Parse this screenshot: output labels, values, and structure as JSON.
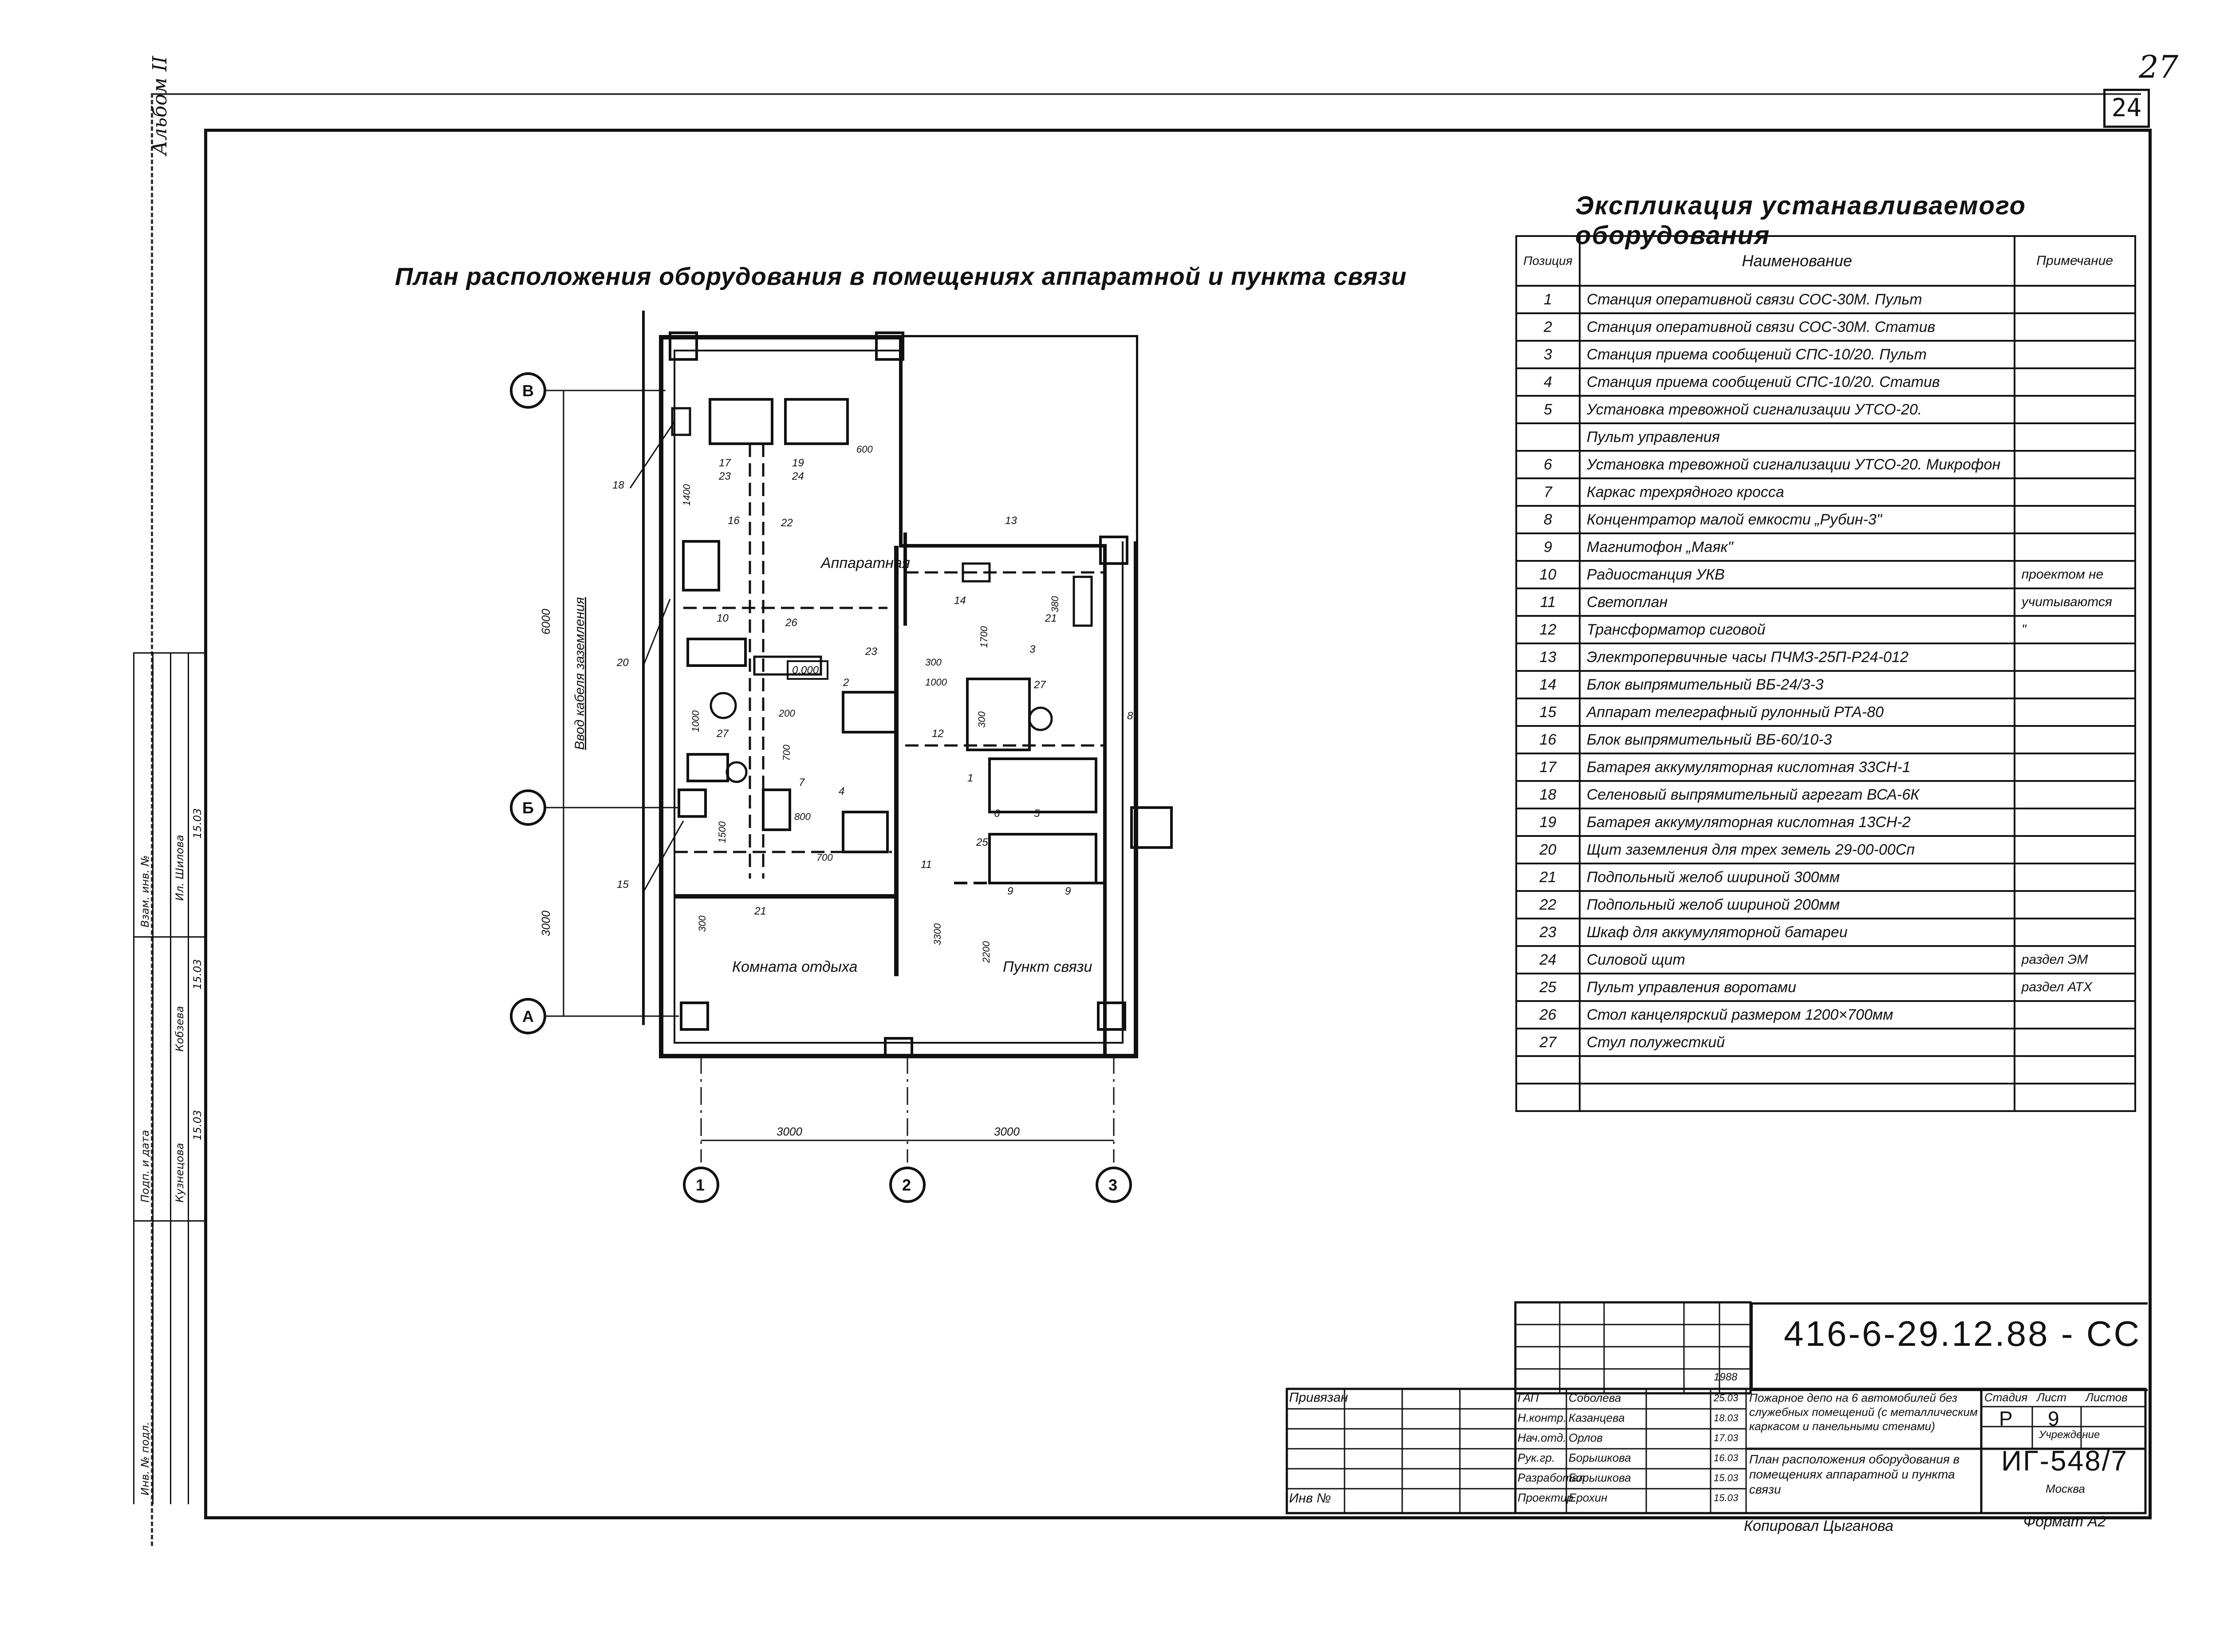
{
  "sheet": {
    "number_top": "27",
    "number_box": "24",
    "album": "Альбом II"
  },
  "plan": {
    "title": "План расположения оборудования в помещениях аппаратной и пункта связи",
    "room_apparatus": "Аппаратная",
    "room_rest": "Комната отдыха",
    "room_comm": "Пункт связи",
    "ground_cable": "Ввод кабеля заземления",
    "level": "0.000",
    "axes_letters": [
      "В",
      "Б",
      "А"
    ],
    "axes_numbers": [
      "1",
      "2",
      "3"
    ],
    "dims": {
      "d6000": "6000",
      "d3000_v": "3000",
      "d3000_a": "3000",
      "d3000_b": "3000",
      "d600": "600",
      "d1400": "1400",
      "d380": "380",
      "d1700": "1700",
      "d300a": "300",
      "d1000": "1000",
      "d300b": "300",
      "d200": "200",
      "d700a": "700",
      "d800": "800",
      "d700b": "700",
      "d1000b": "1000",
      "d1500": "1500",
      "d300c": "300",
      "d3300": "3300",
      "d2200": "2200"
    },
    "labels": {
      "n17": "17",
      "n23": "23",
      "n19": "19",
      "n24": "24",
      "n18": "18",
      "n16": "16",
      "n22": "22",
      "n10": "10",
      "n26": "26",
      "n20": "20",
      "n27": "27",
      "n2": "2",
      "n7": "7",
      "n4": "4",
      "n15": "15",
      "n21": "21",
      "n13": "13",
      "n14": "14",
      "n23b": "23",
      "n21b": "21",
      "n3": "3",
      "n27b": "27",
      "n8": "8",
      "n12": "12",
      "n1": "1",
      "n6": "6",
      "n5": "5",
      "n25": "25",
      "n9": "9",
      "n9b": "9",
      "n11": "11",
      "n21c": "21"
    }
  },
  "explication": {
    "title": "Экспликация устанавливаемого оборудования",
    "headers": {
      "pos": "Позиция",
      "name": "Наименование",
      "note": "Примечание"
    },
    "rows": [
      {
        "pos": "1",
        "name": "Станция оперативной связи СОС-30М. Пульт",
        "note": ""
      },
      {
        "pos": "2",
        "name": "Станция оперативной связи СОС-30М. Статив",
        "note": ""
      },
      {
        "pos": "3",
        "name": "Станция приема сообщений СПС-10/20. Пульт",
        "note": ""
      },
      {
        "pos": "4",
        "name": "Станция приема сообщений СПС-10/20. Статив",
        "note": ""
      },
      {
        "pos": "5",
        "name": "Установка тревожной сигнализации УТСО-20.",
        "note": ""
      },
      {
        "pos": "",
        "name": "Пульт управления",
        "note": ""
      },
      {
        "pos": "6",
        "name": "Установка тревожной сигнализации УТСО-20. Микрофон",
        "note": ""
      },
      {
        "pos": "7",
        "name": "Каркас трехрядного кросса",
        "note": ""
      },
      {
        "pos": "8",
        "name": "Концентратор малой емкости „Рубин-3\"",
        "note": ""
      },
      {
        "pos": "9",
        "name": "Магнитофон „Маяк\"",
        "note": ""
      },
      {
        "pos": "10",
        "name": "Радиостанция УКВ",
        "note": "проектом не"
      },
      {
        "pos": "11",
        "name": "Светоплан",
        "note": "учитываются"
      },
      {
        "pos": "12",
        "name": "Трансформатор сиговой",
        "note": "\""
      },
      {
        "pos": "13",
        "name": "Электропервичные часы ПЧМЗ-25П-Р24-012",
        "note": ""
      },
      {
        "pos": "14",
        "name": "Блок выпрямительный ВБ-24/3-3",
        "note": ""
      },
      {
        "pos": "15",
        "name": "Аппарат телеграфный рулонный РТА-80",
        "note": ""
      },
      {
        "pos": "16",
        "name": "Блок выпрямительный ВБ-60/10-3",
        "note": ""
      },
      {
        "pos": "17",
        "name": "Батарея аккумуляторная кислотная 33СН-1",
        "note": ""
      },
      {
        "pos": "18",
        "name": "Селеновый выпрямительный агрегат ВСА-6К",
        "note": ""
      },
      {
        "pos": "19",
        "name": "Батарея аккумуляторная кислотная 13СН-2",
        "note": ""
      },
      {
        "pos": "20",
        "name": "Щит заземления для трех земель 29-00-00Сп",
        "note": ""
      },
      {
        "pos": "21",
        "name": "Подпольный желоб шириной 300мм",
        "note": ""
      },
      {
        "pos": "22",
        "name": "Подпольный желоб шириной 200мм",
        "note": ""
      },
      {
        "pos": "23",
        "name": "Шкаф для аккумуляторной батареи",
        "note": ""
      },
      {
        "pos": "24",
        "name": "Силовой щит",
        "note": "раздел ЭМ"
      },
      {
        "pos": "25",
        "name": "Пульт управления воротами",
        "note": "раздел АТХ"
      },
      {
        "pos": "26",
        "name": "Стол канцелярский размером 1200×700мм",
        "note": ""
      },
      {
        "pos": "27",
        "name": "Стул полужесткий",
        "note": ""
      },
      {
        "pos": "",
        "name": "",
        "note": ""
      },
      {
        "pos": "",
        "name": "",
        "note": ""
      }
    ]
  },
  "stamp": {
    "code": "416-6-29.12.88 - СС",
    "privyazan": "Привязан",
    "inv": "Инв №",
    "roles": [
      "ГАП",
      "Н.контр.",
      "Нач.отд.",
      "Рук.гр.",
      "Разработал",
      "Проектир."
    ],
    "names": [
      "Соболева",
      "Казанцева",
      "Орлов",
      "Борышкова",
      "Борышкова",
      "Ерохин"
    ],
    "dates": [
      "25.03",
      "18.03",
      "17.03",
      "16.03",
      "15.03",
      "15.03"
    ],
    "year": "1988",
    "object": "Пожарное депо на 6 автомобилей без служебных помещений (с металлическим каркасом и панельными стенами)",
    "sheet_title": "План расположения оборудования в помещениях аппаратной и пункта связи",
    "stage_label": "Стадия",
    "sheet_label": "Лист",
    "sheets_label": "Листов",
    "stage": "Р",
    "sheet_no": "9",
    "institution_label": "Учреждение",
    "archive": "ИГ-548/7",
    "city": "Москва",
    "copied": "Копировал Цыганова",
    "format": "Формат А2"
  },
  "left_strip": {
    "rows": [
      "Инв. № подл.",
      "Подп. и дата",
      "Взам. инв. №"
    ],
    "names": [
      "Кузнецова",
      "Кобзева",
      "Ил. Шилова"
    ],
    "dates": [
      "15.03",
      "15.03",
      "15.03"
    ]
  }
}
